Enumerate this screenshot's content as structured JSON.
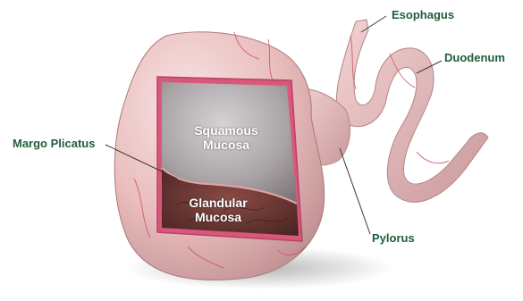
{
  "labels": {
    "esophagus": "Esophagus",
    "duodenum": "Duodenum",
    "margo_plicatus": "Margo Plicatus",
    "pylorus": "Pylorus"
  },
  "regions": {
    "squamous_line1": "Squamous",
    "squamous_line2": "Mucosa",
    "glandular_line1": "Glandular",
    "glandular_line2": "Mucosa"
  },
  "colors": {
    "label_text": "#1f5e3a",
    "tissue": "#e9bcbc",
    "squamous": "#b7b2b4",
    "glandular": "#6b3b38",
    "fold": "#d9577a"
  }
}
